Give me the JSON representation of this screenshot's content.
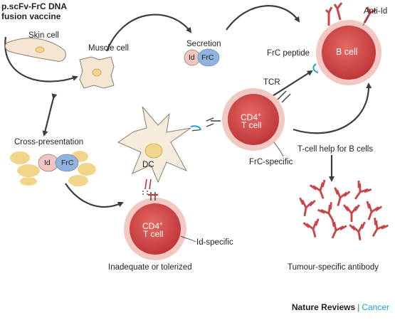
{
  "title": {
    "line1": "p.scFv-FrC DNA",
    "line2": "fusion vaccine"
  },
  "labels": {
    "skin_cell": "Skin cell",
    "muscle_cell": "Muscle cell",
    "secretion": "Secretion",
    "id": "Id",
    "frc": "FrC",
    "anti_id": "Anti-Id",
    "frc_peptide": "FrC peptide",
    "b_cell": "B cell",
    "tcr": "TCR",
    "cd4_top": "CD4",
    "cd4_sup": "+",
    "t_cell": "T cell",
    "cross_presentation": "Cross-presentation",
    "dc": "DC",
    "frc_specific": "FrC-specific",
    "t_cell_help": "T-cell help for B cells",
    "id_specific": "Id-specific",
    "inadequate": "Inadequate or tolerized",
    "tumour_antibody": "Tumour-specific antibody"
  },
  "footer": {
    "journal": "Nature Reviews",
    "section": "Cancer"
  },
  "colors": {
    "cell_fill": "#d9534f",
    "cell_ring": "#f3c7c2",
    "muscle_fill": "#f4e6d2",
    "dc_fill": "#f6ecdc",
    "nucleus": "#f3d58a",
    "id_fill": "#f2c6c0",
    "frc_fill": "#8fb3de",
    "antibody": "#c8464a",
    "arrow": "#3d3d3d",
    "accent": "#1aa3d9"
  }
}
